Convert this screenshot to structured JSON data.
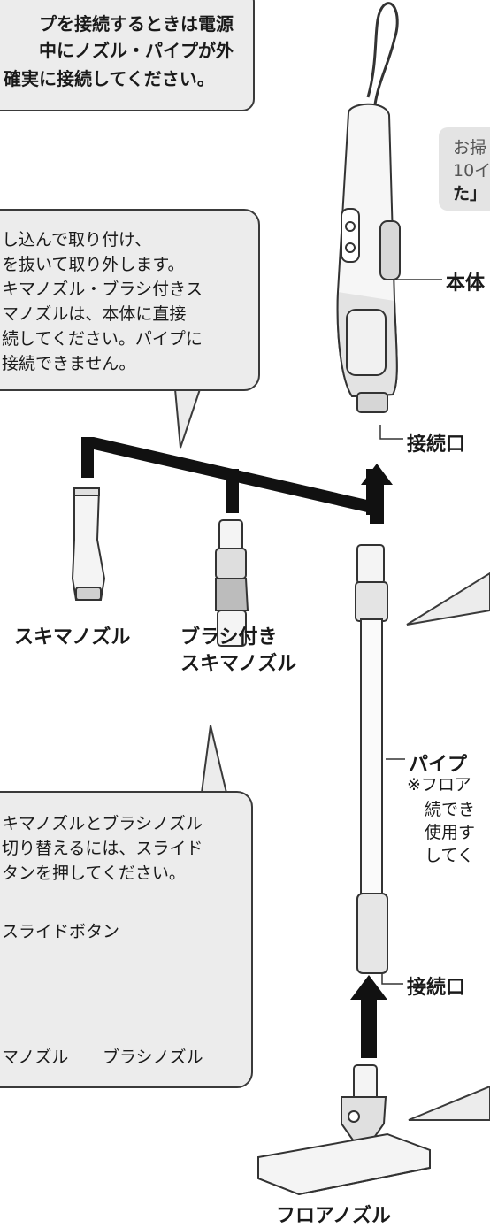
{
  "top_note": {
    "lines": [
      "プを接続するときは電源",
      "中にノズル・パイプが外",
      "確実に接続してください。"
    ]
  },
  "right_note": {
    "lines": [
      "お掃",
      "10イ",
      "た」"
    ]
  },
  "attach_note": {
    "lines": [
      "し込んで取り付け、",
      "を抜いて取り外します。",
      "キマノズル・ブラシ付きス",
      "マノズルは、本体に直接",
      "続してください。パイプに",
      "接続できません。"
    ]
  },
  "switch_note": {
    "lines": [
      "キマノズルとブラシノズル",
      "切り替えるには、スライド",
      "タンを押してください。"
    ],
    "slide_button_label": "スライドボタン",
    "left_caption": "マノズル",
    "right_caption": "ブラシノズル"
  },
  "labels": {
    "body": "本体",
    "connector_top": "接続口",
    "crevice": "スキマノズル",
    "brush_crevice_1": "ブラシ付き",
    "brush_crevice_2": "スキマノズル",
    "pipe": "パイプ",
    "pipe_note_lines": [
      "※フロア",
      "続でき",
      "使用す",
      "してく"
    ],
    "connector_bottom": "接続口",
    "floor": "フロアノズル"
  }
}
